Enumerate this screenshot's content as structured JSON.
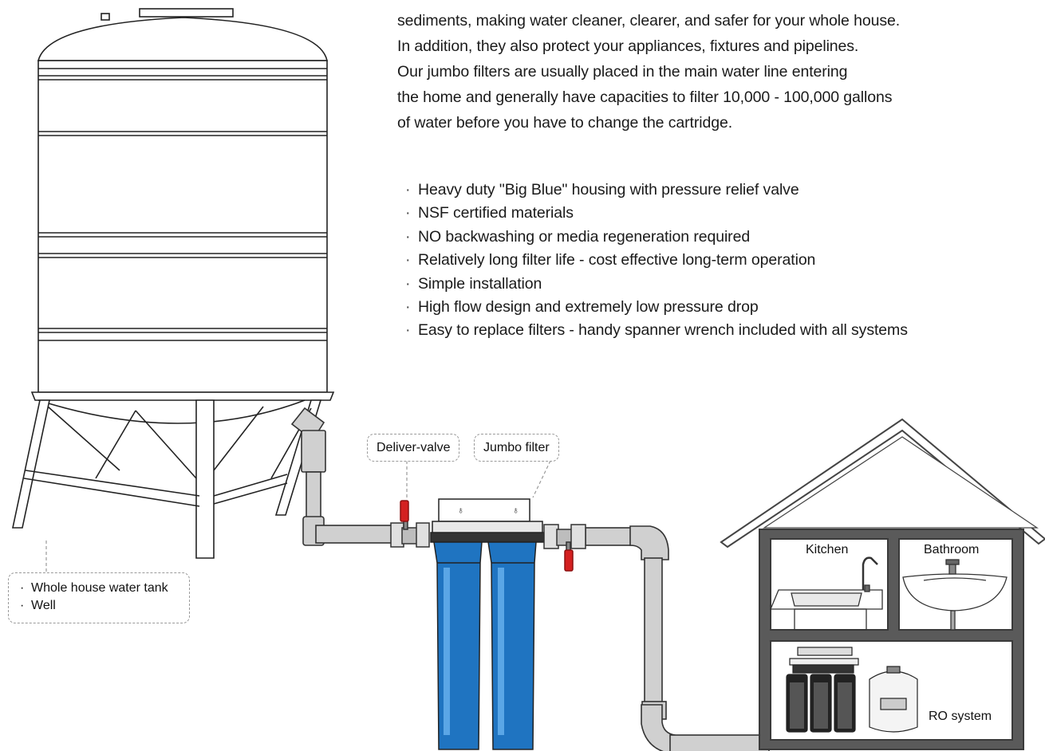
{
  "intro_lines": [
    "sediments, making water cleaner, clearer, and safer for your whole house.",
    "In addition, they also protect your appliances, fixtures and pipelines.",
    "Our jumbo filters are usually placed in the main water line entering",
    "the home and generally have capacities to filter 10,000 - 100,000 gallons",
    "of water before you have to change the cartridge."
  ],
  "features": [
    "Heavy duty \"Big Blue\" housing with pressure relief valve",
    "NSF certified materials",
    "NO backwashing or media regeneration required",
    "Relatively long filter life - cost effective long-term operation",
    "Simple installation",
    "High flow design and extremely low pressure drop",
    "Easy to replace filters - handy spanner wrench included with all systems"
  ],
  "bullet_glyph": "·",
  "labels": {
    "deliver_valve": "Deliver-valve",
    "jumbo_filter": "Jumbo filter",
    "kitchen": "Kitchen",
    "bathroom": "Bathroom",
    "ro_system": "RO system"
  },
  "source_items": [
    "Whole house water tank",
    "Well"
  ],
  "colors": {
    "pipe_fill": "#d0d0d0",
    "pipe_stroke": "#333333",
    "filter_blue": "#1f74c1",
    "filter_blue_light": "#5aa6e6",
    "valve_red": "#d42020",
    "house_wall": "#555555"
  }
}
